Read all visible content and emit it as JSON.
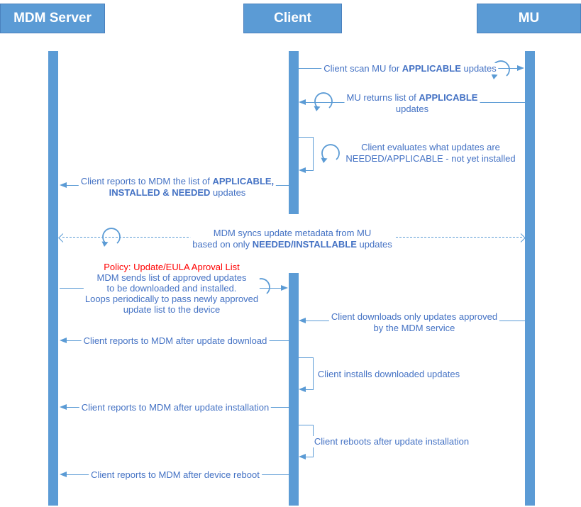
{
  "actors": [
    {
      "label": "MDM Server"
    },
    {
      "label": "Client"
    },
    {
      "label": "MU"
    }
  ],
  "colors": {
    "actor_fill": "#5B9BD5",
    "line": "#5B9BD5",
    "message_text": "#4472C4",
    "policy_text": "#FF0000"
  },
  "messages": [
    {
      "from": "Client",
      "to": "MU",
      "type": "solid-arrow",
      "loop_icon": true,
      "lines": [
        "Client scan MU for **APPLICABLE** updates"
      ]
    },
    {
      "from": "MU",
      "to": "Client",
      "type": "solid-arrow",
      "loop_icon": true,
      "lines": [
        "MU returns list of **APPLICABLE**",
        "updates"
      ]
    },
    {
      "from": "Client",
      "to": "Client",
      "type": "self-loop",
      "loop_icon": true,
      "lines": [
        "Client evaluates what updates are",
        "NEEDED/APPLICABLE - not yet installed"
      ]
    },
    {
      "from": "Client",
      "to": "MDM Server",
      "type": "solid-arrow",
      "loop_icon": false,
      "lines": [
        "Client reports to MDM the list of **APPLICABLE,**",
        "**INSTALLED & NEEDED** updates"
      ]
    },
    {
      "from": "MDM Server",
      "to": "MU",
      "type": "dashed-double-arrow",
      "loop_icon": true,
      "lines": [
        "MDM syncs update metadata from MU",
        "based on only **NEEDED/INSTALLABLE** updates"
      ]
    },
    {
      "from": "MDM Server",
      "to": "Client",
      "type": "solid-arrow",
      "loop_icon": true,
      "policy": "Policy: Update/EULA Aproval List",
      "lines": [
        "MDM sends list of approved updates",
        "to be downloaded and installed.",
        "Loops periodically to pass newly approved",
        "update list to the device"
      ]
    },
    {
      "from": "MU",
      "to": "Client",
      "type": "solid-arrow",
      "loop_icon": false,
      "lines": [
        "Client downloads only updates approved",
        "by the MDM service"
      ]
    },
    {
      "from": "Client",
      "to": "MDM Server",
      "type": "solid-arrow",
      "loop_icon": false,
      "lines": [
        "Client reports to MDM after update download"
      ]
    },
    {
      "from": "Client",
      "to": "Client",
      "type": "self-loop",
      "loop_icon": false,
      "lines": [
        "Client installs downloaded updates"
      ]
    },
    {
      "from": "Client",
      "to": "MDM Server",
      "type": "solid-arrow",
      "loop_icon": false,
      "lines": [
        "Client reports to MDM after update installation"
      ]
    },
    {
      "from": "Client",
      "to": "Client",
      "type": "self-loop",
      "loop_icon": false,
      "lines": [
        "Client reboots after update installation"
      ]
    },
    {
      "from": "Client",
      "to": "MDM Server",
      "type": "solid-arrow",
      "loop_icon": false,
      "lines": [
        "Client reports to MDM after device reboot"
      ]
    }
  ]
}
